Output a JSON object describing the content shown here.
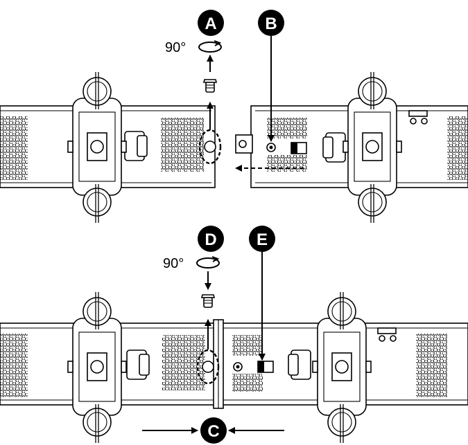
{
  "colors": {
    "ink": "#000000",
    "paper": "#ffffff",
    "fill": "#f2f2f2"
  },
  "panels": [
    {
      "labels": {
        "screw": "A",
        "connector": "B"
      },
      "rotation": "90°",
      "motion": "slide-left",
      "icons": [
        "rotate-arrow-icon",
        "screw-icon",
        "dashed-arrow-icon"
      ]
    },
    {
      "labels": {
        "screw": "D",
        "connector": "E",
        "join": "C"
      },
      "rotation": "90°",
      "motion": "push-together",
      "icons": [
        "rotate-arrow-icon",
        "screw-icon",
        "arrow-right-icon",
        "arrow-left-icon"
      ]
    }
  ]
}
